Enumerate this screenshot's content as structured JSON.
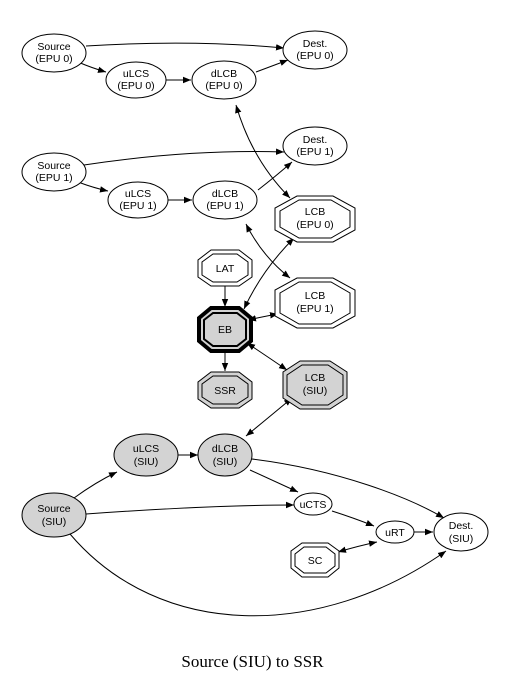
{
  "caption": "Source (SIU) to SSR",
  "nodes": {
    "source_epu0": [
      "Source",
      "(EPU 0)"
    ],
    "ulcs_epu0": [
      "uLCS",
      "(EPU 0)"
    ],
    "dlcb_epu0": [
      "dLCB",
      "(EPU 0)"
    ],
    "dest_epu0": [
      "Dest.",
      "(EPU 0)"
    ],
    "source_epu1": [
      "Source",
      "(EPU 1)"
    ],
    "ulcs_epu1": [
      "uLCS",
      "(EPU 1)"
    ],
    "dlcb_epu1": [
      "dLCB",
      "(EPU 1)"
    ],
    "dest_epu1": [
      "Dest.",
      "(EPU 1)"
    ],
    "lcb_epu0": [
      "LCB",
      "(EPU 0)"
    ],
    "lcb_epu1": [
      "LCB",
      "(EPU 1)"
    ],
    "lat": [
      "LAT"
    ],
    "eb": [
      "EB"
    ],
    "ssr": [
      "SSR"
    ],
    "lcb_siu": [
      "LCB",
      "(SIU)"
    ],
    "ulcs_siu": [
      "uLCS",
      "(SIU)"
    ],
    "dlcb_siu": [
      "dLCB",
      "(SIU)"
    ],
    "source_siu": [
      "Source",
      "(SIU)"
    ],
    "ucts": [
      "uCTS"
    ],
    "urt": [
      "uRT"
    ],
    "dest_siu": [
      "Dest.",
      "(SIU)"
    ],
    "sc": [
      "SC"
    ]
  },
  "colors": {
    "highlight_fill": "#d3d3d3",
    "stroke": "#000000",
    "background": "#ffffff"
  }
}
